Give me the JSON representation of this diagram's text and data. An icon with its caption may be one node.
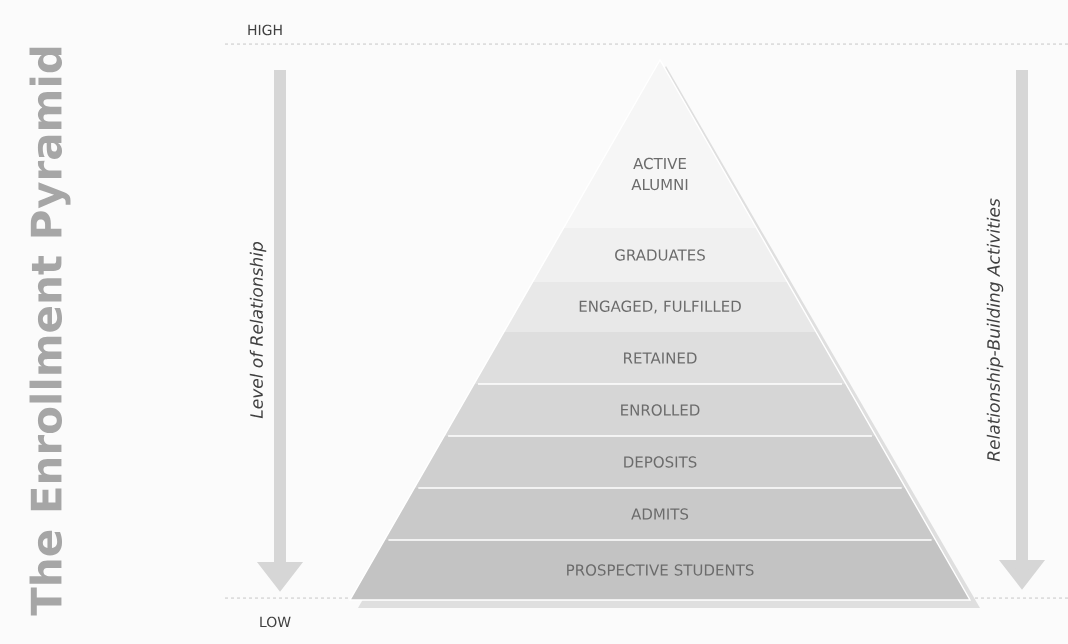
{
  "diagram": {
    "title": "The Enrollment Pyramid",
    "nodes": [
      {
        "text": [
          "ACTIVE ALUMNI"
        ]
      },
      {
        "text": [
          "GRADUATES"
        ]
      },
      {
        "text": [
          "ENGAGED, FULFILLED"
        ]
      },
      {
        "text": [
          "RETAINED"
        ]
      },
      {
        "text": [
          "ENROLLED"
        ]
      },
      {
        "text": [
          "DEPOSITS"
        ]
      },
      {
        "text": [
          "ADMITS"
        ]
      },
      {
        "text": [
          "PROSPECTIVE STUDENTS"
        ]
      }
    ],
    "labels": [
      "HIGH",
      "Level of Relationship",
      "Relationship-Building Activities",
      "LOW"
    ]
  }
}
